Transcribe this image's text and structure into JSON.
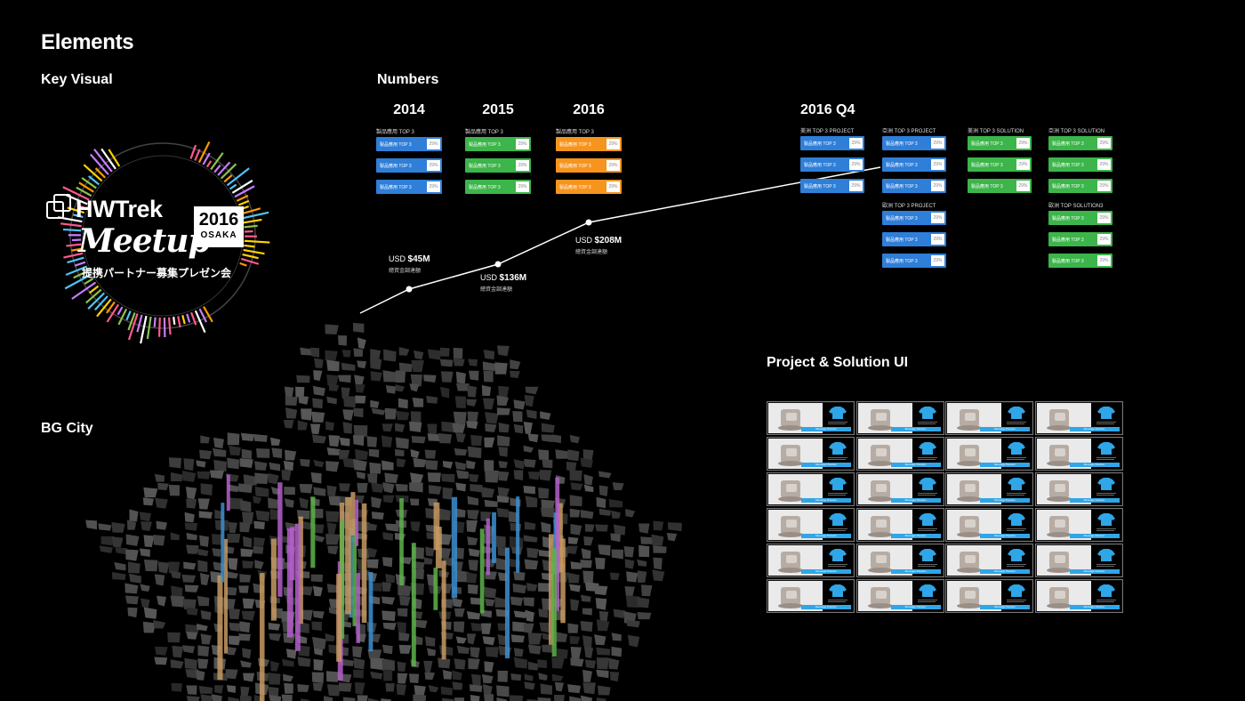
{
  "page": {
    "title": "Elements"
  },
  "sections": {
    "key_visual": "Key Visual",
    "numbers": "Numbers",
    "bg_city": "BG City",
    "project_solution_ui": "Project & Solution UI"
  },
  "logo": {
    "brand": "HWTrek",
    "event": "Meetup",
    "year": "2016",
    "city": "OSAKA",
    "subtitle": "提携パートナー募集プレゼン会"
  },
  "years": [
    {
      "year": "2014",
      "group_title": "製品應用 TOP 3",
      "color": "#2f7ed8",
      "items": [
        {
          "label": "製品應用 TOP 3",
          "pct": "29%"
        },
        {
          "label": "製品應用 TOP 3",
          "pct": "29%"
        },
        {
          "label": "製品應用 TOP 3",
          "pct": "29%"
        }
      ]
    },
    {
      "year": "2015",
      "group_title": "製品應用 TOP 3",
      "color": "#3cb54a",
      "items": [
        {
          "label": "製品應用 TOP 3",
          "pct": "29%"
        },
        {
          "label": "製品應用 TOP 3",
          "pct": "29%"
        },
        {
          "label": "製品應用 TOP 3",
          "pct": "29%"
        }
      ]
    },
    {
      "year": "2016",
      "group_title": "製品應用 TOP 3",
      "color": "#f7941d",
      "items": [
        {
          "label": "製品應用 TOP 3",
          "pct": "29%"
        },
        {
          "label": "製品應用 TOP 3",
          "pct": "29%"
        },
        {
          "label": "製品應用 TOP 3",
          "pct": "29%"
        }
      ]
    }
  ],
  "q4": {
    "title": "2016 Q4",
    "groups": [
      {
        "title": "美洲 TOP 3 PROJECT",
        "color": "#2f7ed8",
        "items": [
          {
            "label": "製品應用 TOP 3",
            "pct": "29%"
          },
          {
            "label": "製品應用 TOP 3",
            "pct": "29%"
          },
          {
            "label": "製品應用 TOP 3",
            "pct": "29%"
          }
        ]
      },
      {
        "title": "亞洲 TOP 3 PROJECT",
        "color": "#2f7ed8",
        "items": [
          {
            "label": "製品應用 TOP 3",
            "pct": "29%"
          },
          {
            "label": "製品應用 TOP 3",
            "pct": "29%"
          },
          {
            "label": "製品應用 TOP 3",
            "pct": "29%"
          }
        ]
      },
      {
        "title": "美洲 TOP 3 SOLUTION",
        "color": "#3cb54a",
        "items": [
          {
            "label": "製品應用 TOP 3",
            "pct": "29%"
          },
          {
            "label": "製品應用 TOP 3",
            "pct": "29%"
          },
          {
            "label": "製品應用 TOP 3",
            "pct": "29%"
          }
        ]
      },
      {
        "title": "亞洲 TOP 3 SOLUTION",
        "color": "#3cb54a",
        "items": [
          {
            "label": "製品應用 TOP 3",
            "pct": "29%"
          },
          {
            "label": "製品應用 TOP 3",
            "pct": "29%"
          },
          {
            "label": "製品應用 TOP 3",
            "pct": "29%"
          }
        ]
      },
      {
        "title": "歐洲 TOP 3 PROJECT",
        "color": "#2f7ed8",
        "items": [
          {
            "label": "製品應用 TOP 3",
            "pct": "29%"
          },
          {
            "label": "製品應用 TOP 3",
            "pct": "29%"
          },
          {
            "label": "製品應用 TOP 3",
            "pct": "29%"
          }
        ]
      },
      {
        "title": "歐洲 TOP  SOLUTION3",
        "color": "#3cb54a",
        "items": [
          {
            "label": "製品應用 TOP 3",
            "pct": "29%"
          },
          {
            "label": "製品應用 TOP 3",
            "pct": "29%"
          },
          {
            "label": "製品應用 TOP 3",
            "pct": "29%"
          }
        ]
      }
    ]
  },
  "funding": [
    {
      "prefix": "USD ",
      "amount": "$45M",
      "label": "總資金調達額"
    },
    {
      "prefix": "USD ",
      "amount": "$136M",
      "label": "總資金調達額"
    },
    {
      "prefix": "USD ",
      "amount": "$208M",
      "label": "總資金調達額"
    }
  ],
  "cards": {
    "button": "Message Passion",
    "rows": 6,
    "cols": 4
  },
  "colors": {
    "background": "#000000",
    "blue": "#2f7ed8",
    "green": "#3cb54a",
    "orange": "#f7941d",
    "card_button": "#2fa6e8"
  }
}
